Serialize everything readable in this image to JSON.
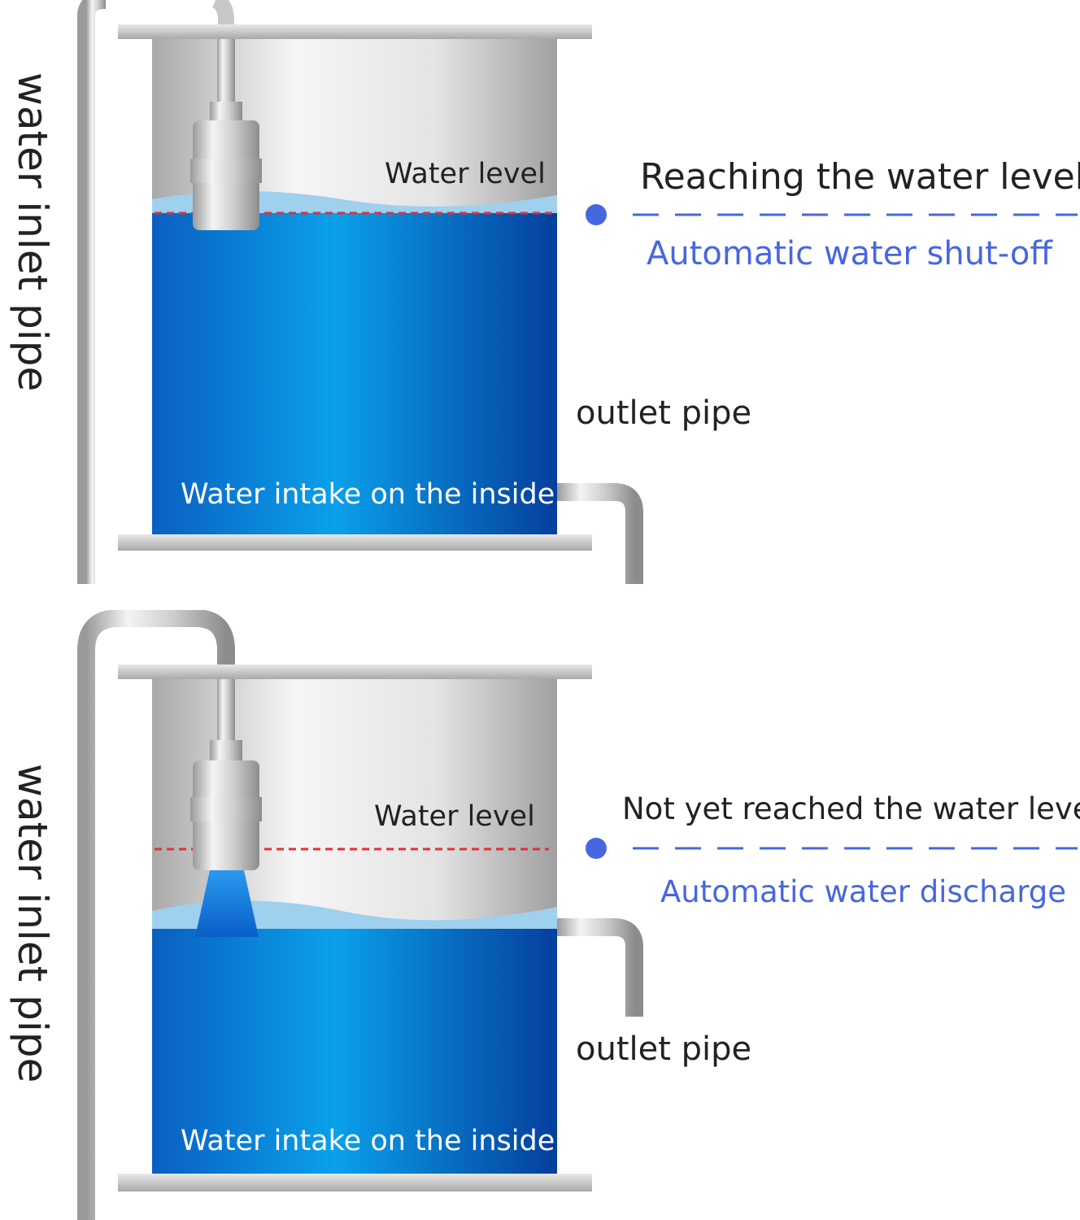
{
  "colors": {
    "accent_blue": "#4767e0",
    "red_dash": "#e0303a",
    "water": "#0a6fd0"
  },
  "panels": [
    {
      "inlet_label": "water inlet pipe",
      "water_level_label": "Water level",
      "state": "Reaching the water level",
      "action": "Automatic water shut-off",
      "outlet_label": "outlet pipe",
      "intake_label": "Water intake on the inside"
    },
    {
      "inlet_label": "water inlet pipe",
      "water_level_label": "Water level",
      "state": "Not yet reached the water level",
      "action": "Automatic water discharge",
      "outlet_label": "outlet pipe",
      "intake_label": "Water intake on the inside"
    }
  ]
}
